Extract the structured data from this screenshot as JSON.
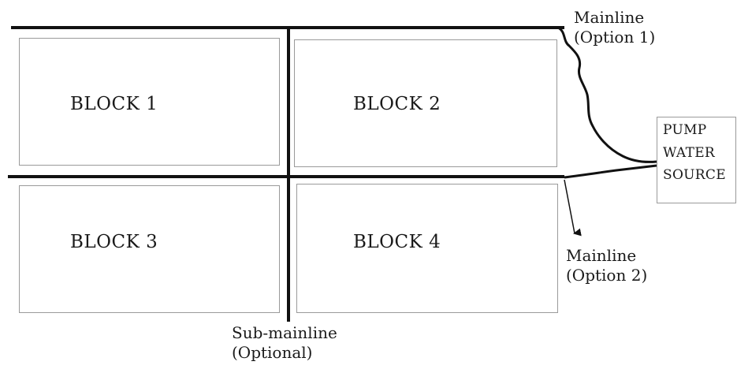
{
  "blocks": [
    {
      "label": "BLOCK 1"
    },
    {
      "label": "BLOCK 2"
    },
    {
      "label": "BLOCK 3"
    },
    {
      "label": "BLOCK 4"
    }
  ],
  "pump": {
    "line1": "PUMP",
    "line2": "WATER",
    "line3": "SOURCE"
  },
  "mainline_option1": {
    "line1": "Mainline",
    "line2": "(Option 1)"
  },
  "mainline_option2": {
    "line1": "Mainline",
    "line2": "(Option 2)"
  },
  "submainline": {
    "line1": "Sub-mainline",
    "line2": "(Optional)"
  }
}
